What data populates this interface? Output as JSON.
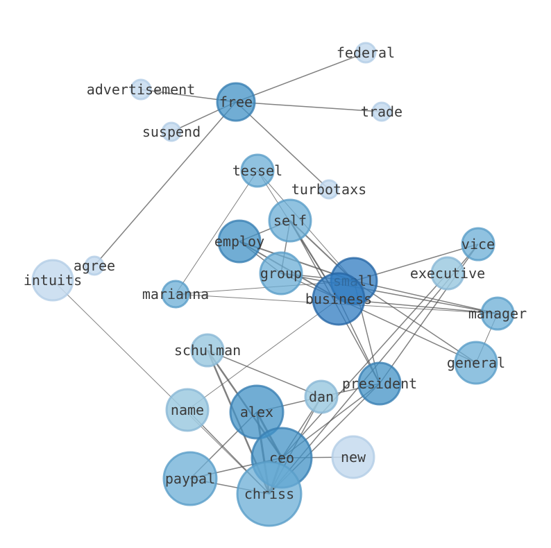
{
  "graph": {
    "nodes": [
      {
        "id": "federal",
        "label": "federal",
        "shade": 1
      },
      {
        "id": "advertisement",
        "label": "advertisement",
        "shade": 1
      },
      {
        "id": "free",
        "label": "free",
        "shade": 4
      },
      {
        "id": "trade",
        "label": "trade",
        "shade": 1
      },
      {
        "id": "suspend",
        "label": "suspend",
        "shade": 1
      },
      {
        "id": "tessel",
        "label": "tessel",
        "shade": 3
      },
      {
        "id": "turbotaxs",
        "label": "turbotaxs",
        "shade": 1
      },
      {
        "id": "self",
        "label": "self",
        "shade": 3
      },
      {
        "id": "employ",
        "label": "employ",
        "shade": 4
      },
      {
        "id": "vice",
        "label": "vice",
        "shade": 3
      },
      {
        "id": "agree",
        "label": "agree",
        "shade": 1
      },
      {
        "id": "intuits",
        "label": "intuits",
        "shade": 1
      },
      {
        "id": "group",
        "label": "group",
        "shade": 3
      },
      {
        "id": "small",
        "label": "small",
        "shade": 5
      },
      {
        "id": "executive",
        "label": "executive",
        "shade": 2
      },
      {
        "id": "marianna",
        "label": "marianna",
        "shade": 3
      },
      {
        "id": "business",
        "label": "business",
        "shade": 5
      },
      {
        "id": "manager",
        "label": "manager",
        "shade": 3
      },
      {
        "id": "schulman",
        "label": "schulman",
        "shade": 2
      },
      {
        "id": "general",
        "label": "general",
        "shade": 3
      },
      {
        "id": "president",
        "label": "president",
        "shade": 4
      },
      {
        "id": "dan",
        "label": "dan",
        "shade": 2
      },
      {
        "id": "name",
        "label": "name",
        "shade": 2
      },
      {
        "id": "alex",
        "label": "alex",
        "shade": 4
      },
      {
        "id": "new",
        "label": "new",
        "shade": 1
      },
      {
        "id": "ceo",
        "label": "ceo",
        "shade": 4
      },
      {
        "id": "paypal",
        "label": "paypal",
        "shade": 3
      },
      {
        "id": "chriss",
        "label": "chriss",
        "shade": 3
      }
    ],
    "edges": [
      {
        "source": "free",
        "target": "federal",
        "weight": 1.5
      },
      {
        "source": "free",
        "target": "advertisement",
        "weight": 1.5
      },
      {
        "source": "free",
        "target": "trade",
        "weight": 1.5
      },
      {
        "source": "free",
        "target": "suspend",
        "weight": 1.5
      },
      {
        "source": "free",
        "target": "turbotaxs",
        "weight": 1.5
      },
      {
        "source": "free",
        "target": "agree",
        "weight": 1.5
      },
      {
        "source": "tessel",
        "target": "small",
        "weight": 1
      },
      {
        "source": "tessel",
        "target": "business",
        "weight": 1
      },
      {
        "source": "tessel",
        "target": "marianna",
        "weight": 1
      },
      {
        "source": "self",
        "target": "small",
        "weight": 2
      },
      {
        "source": "self",
        "target": "business",
        "weight": 2
      },
      {
        "source": "self",
        "target": "group",
        "weight": 1.5
      },
      {
        "source": "self",
        "target": "employ",
        "weight": 1.5
      },
      {
        "source": "self",
        "target": "president",
        "weight": 1.5
      },
      {
        "source": "employ",
        "target": "small",
        "weight": 2
      },
      {
        "source": "employ",
        "target": "business",
        "weight": 2
      },
      {
        "source": "employ",
        "target": "group",
        "weight": 1.5
      },
      {
        "source": "group",
        "target": "small",
        "weight": 1.5
      },
      {
        "source": "group",
        "target": "business",
        "weight": 1.5
      },
      {
        "source": "group",
        "target": "manager",
        "weight": 1.5
      },
      {
        "source": "small",
        "target": "vice",
        "weight": 1.5
      },
      {
        "source": "small",
        "target": "manager",
        "weight": 1.5
      },
      {
        "source": "small",
        "target": "general",
        "weight": 1.5
      },
      {
        "source": "small",
        "target": "president",
        "weight": 1.5
      },
      {
        "source": "business",
        "target": "manager",
        "weight": 1.5
      },
      {
        "source": "business",
        "target": "general",
        "weight": 1.5
      },
      {
        "source": "business",
        "target": "president",
        "weight": 1.5
      },
      {
        "source": "business",
        "target": "name",
        "weight": 1
      },
      {
        "source": "marianna",
        "target": "small",
        "weight": 1
      },
      {
        "source": "marianna",
        "target": "manager",
        "weight": 1
      },
      {
        "source": "general",
        "target": "manager",
        "weight": 1
      },
      {
        "source": "vice",
        "target": "president",
        "weight": 1.5
      },
      {
        "source": "vice",
        "target": "chriss",
        "weight": 1.5
      },
      {
        "source": "executive",
        "target": "ceo",
        "weight": 1.5
      },
      {
        "source": "president",
        "target": "dan",
        "weight": 1.5
      },
      {
        "source": "president",
        "target": "ceo",
        "weight": 1.5
      },
      {
        "source": "president",
        "target": "chriss",
        "weight": 1.5
      },
      {
        "source": "intuits",
        "target": "chriss",
        "weight": 1
      },
      {
        "source": "schulman",
        "target": "dan",
        "weight": 1.5
      },
      {
        "source": "schulman",
        "target": "ceo",
        "weight": 2.5
      },
      {
        "source": "schulman",
        "target": "chriss",
        "weight": 2.5
      },
      {
        "source": "dan",
        "target": "alex",
        "weight": 1.5
      },
      {
        "source": "dan",
        "target": "ceo",
        "weight": 1.5
      },
      {
        "source": "dan",
        "target": "chriss",
        "weight": 1.5
      },
      {
        "source": "name",
        "target": "chriss",
        "weight": 1.5
      },
      {
        "source": "alex",
        "target": "ceo",
        "weight": 3
      },
      {
        "source": "alex",
        "target": "chriss",
        "weight": 3
      },
      {
        "source": "alex",
        "target": "paypal",
        "weight": 1.5
      },
      {
        "source": "new",
        "target": "ceo",
        "weight": 1.5
      },
      {
        "source": "ceo",
        "target": "paypal",
        "weight": 1.5
      },
      {
        "source": "ceo",
        "target": "chriss",
        "weight": 3
      },
      {
        "source": "paypal",
        "target": "chriss",
        "weight": 1.5
      }
    ]
  }
}
